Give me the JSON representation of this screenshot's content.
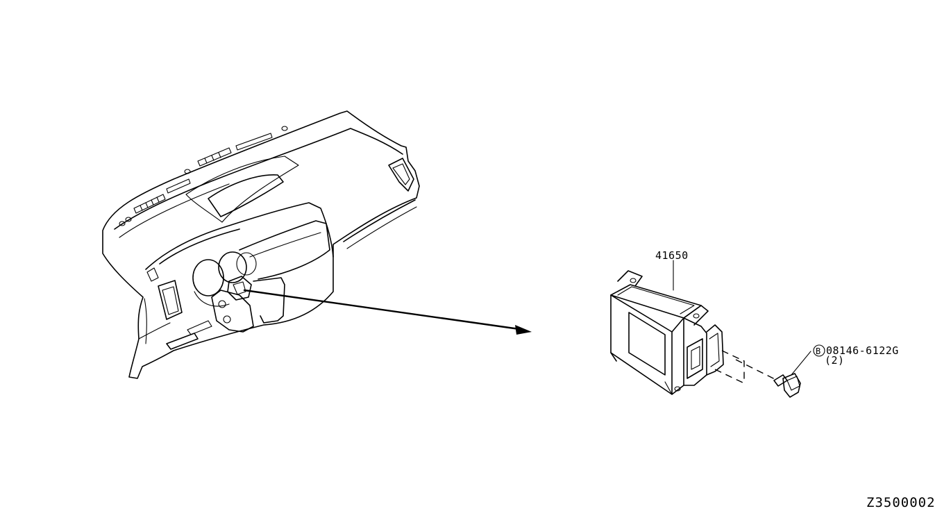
{
  "callouts": {
    "module_part_number": "41650",
    "bolt_part_number": "08146-6122G",
    "bolt_marker": "B",
    "bolt_quantity": "(2)"
  },
  "drawing_code": "Z3500002",
  "icons": {
    "dashboard": "instrument-panel-illustration",
    "module": "control-unit-illustration",
    "bolt": "flange-bolt-illustration"
  }
}
